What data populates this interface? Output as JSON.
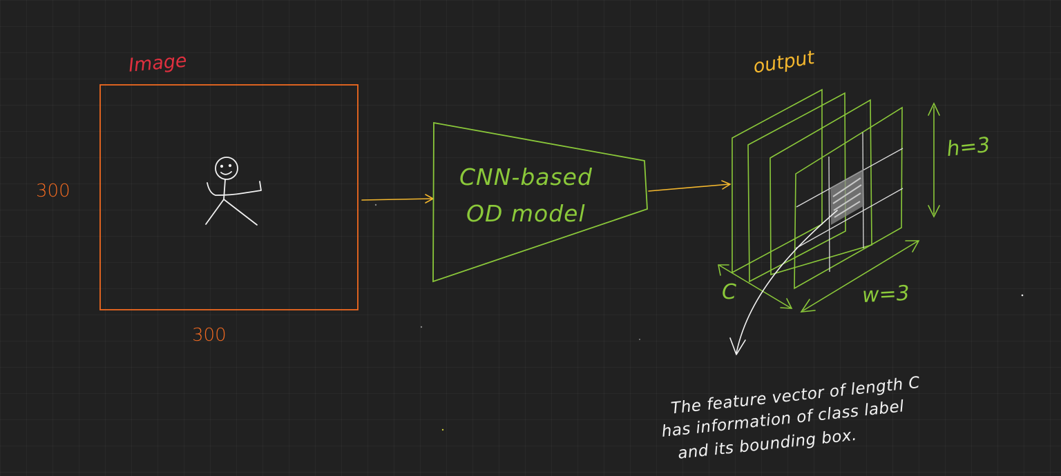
{
  "colors": {
    "background": "#212121",
    "image_label": "#e0303f",
    "image_box": "#f26a21",
    "model": "#8bc93a",
    "arrow": "#f5b82e",
    "output_label": "#f5b82e",
    "tensor": "#8bc93a",
    "annotation": "#f2f2f2"
  },
  "image_section": {
    "title": "Image",
    "height_label": "300",
    "width_label": "300",
    "content_icon": "stick-figure-icon"
  },
  "model": {
    "line1": "CNN-based",
    "line2": "OD model"
  },
  "output": {
    "title": "output",
    "height_label": "h=3",
    "width_label": "w=3",
    "channel_label": "C"
  },
  "annotation": {
    "line1": "The feature vector of length C",
    "line2": "has information of class label",
    "line3": "and its bounding box."
  }
}
